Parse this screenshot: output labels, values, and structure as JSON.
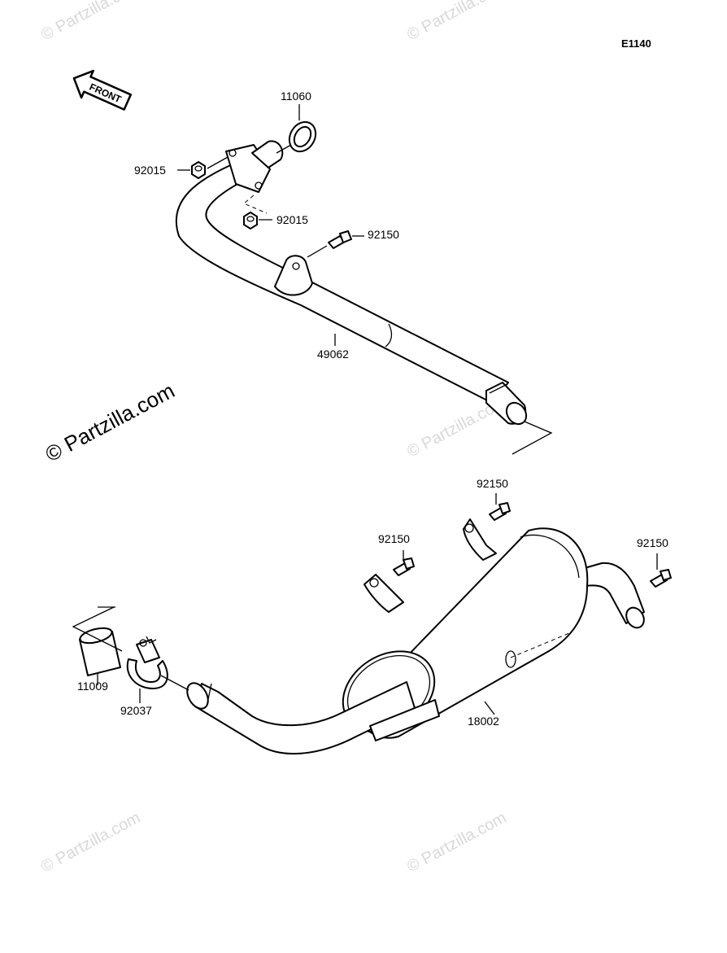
{
  "diagram_code": "E1140",
  "front_label": "FRONT",
  "watermark_main": "© Partzilla.com",
  "watermark_faint": "© Partzilla.com",
  "parts": {
    "gasket": "11060",
    "nut_upper": "92015",
    "nut_lower": "92015",
    "bolt_pipe": "92150",
    "exhaust_pipe": "49062",
    "bolt_muffler_top": "92150",
    "bolt_muffler_mid": "92150",
    "bolt_muffler_right": "92150",
    "muffler": "18002",
    "sleeve": "11009",
    "clamp": "92037"
  }
}
